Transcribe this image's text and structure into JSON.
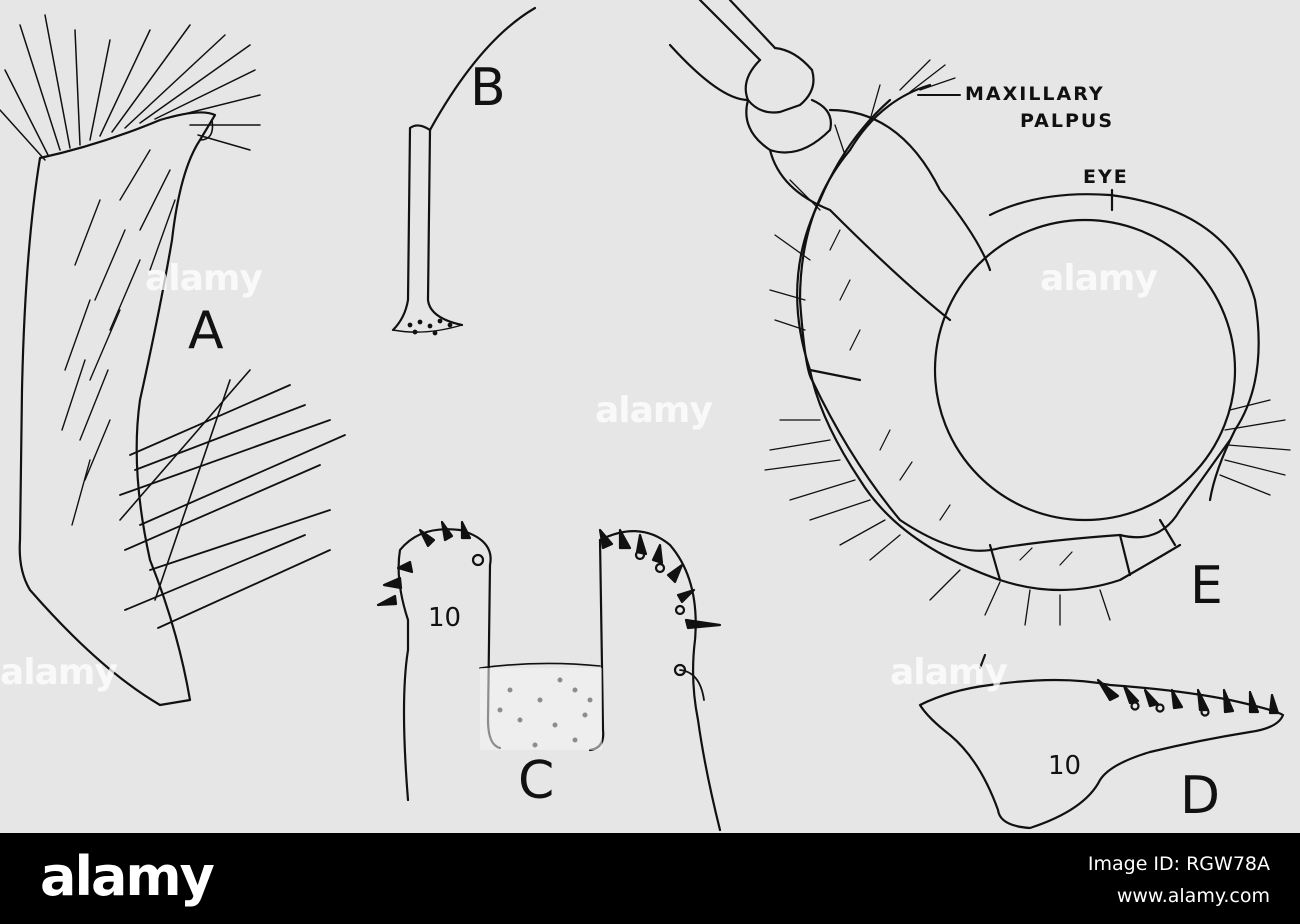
{
  "figure": {
    "labels": {
      "a": "A",
      "b": "B",
      "c": "C",
      "d": "D",
      "e": "E"
    },
    "segment_numbers": {
      "c": "10",
      "d": "10"
    },
    "callouts": {
      "maxillary_palpus_line1": "MAXILLARY",
      "maxillary_palpus_line2": "PALPUS",
      "eye": "EYE"
    },
    "watermark_text": "alamy"
  },
  "footer": {
    "brand": "alamy",
    "image_id": "Image ID: RGW78A",
    "url": "www.alamy.com"
  },
  "colors": {
    "panel_background": "#e6e6e6",
    "line_art": "#111111",
    "footer_background": "#000000",
    "footer_text": "#ffffff"
  }
}
